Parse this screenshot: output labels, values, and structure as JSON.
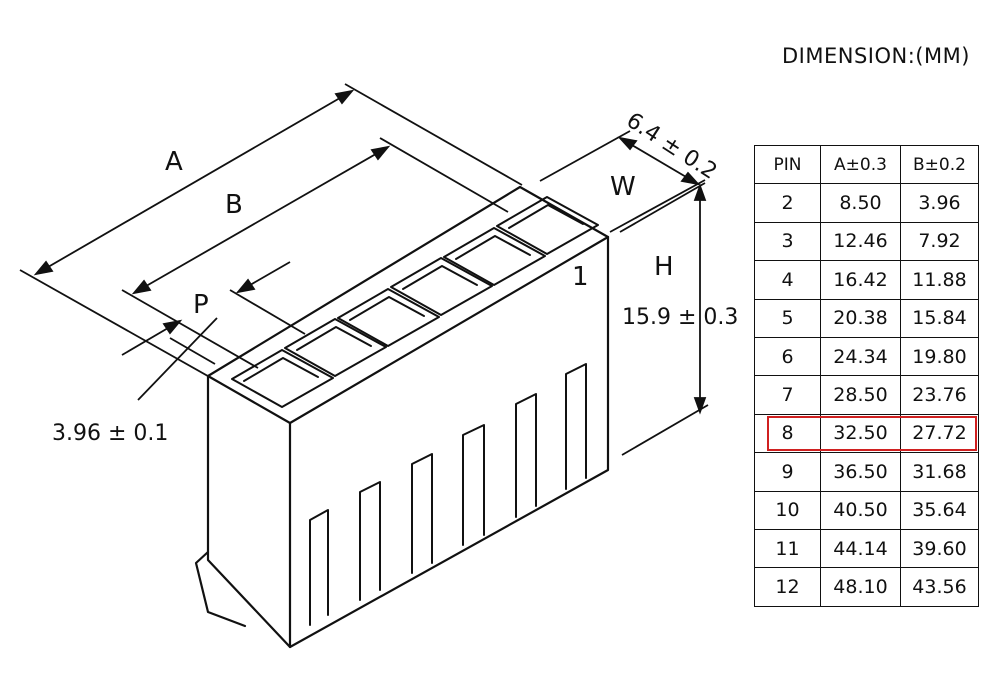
{
  "header": {
    "units": "DIMENSION:(MM)"
  },
  "drawing": {
    "label_a": "A",
    "label_b": "B",
    "label_p": "P",
    "label_w": "W",
    "label_h": "H",
    "pin_one": "1",
    "pitch": "3.96 ± 0.1",
    "width": "6.4 ± 0.2",
    "height": "15.9 ± 0.3"
  },
  "table": {
    "headers": [
      "PIN",
      "A±0.3",
      "B±0.2"
    ],
    "rows": [
      [
        "2",
        "8.50",
        "3.96"
      ],
      [
        "3",
        "12.46",
        "7.92"
      ],
      [
        "4",
        "16.42",
        "11.88"
      ],
      [
        "5",
        "20.38",
        "15.84"
      ],
      [
        "6",
        "24.34",
        "19.80"
      ],
      [
        "7",
        "28.50",
        "23.76"
      ],
      [
        "8",
        "32.50",
        "27.72"
      ],
      [
        "9",
        "36.50",
        "31.68"
      ],
      [
        "10",
        "40.50",
        "35.64"
      ],
      [
        "11",
        "44.14",
        "39.60"
      ],
      [
        "12",
        "48.10",
        "43.56"
      ]
    ],
    "highlighted_row": 6,
    "highlight_color": "#d02020"
  }
}
